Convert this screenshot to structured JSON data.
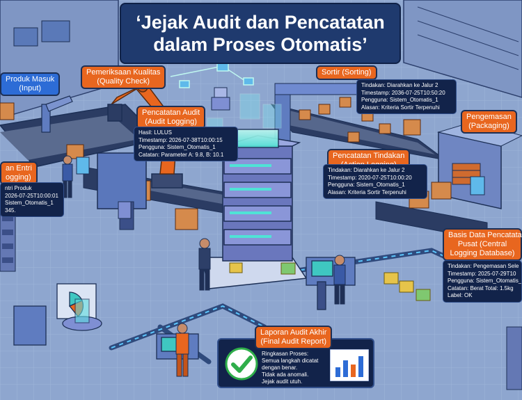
{
  "title": {
    "line1": "‘Jejak Audit dan Pencatatan",
    "line2": "dalam Proses Otomatis’"
  },
  "stages": {
    "input": {
      "title": "Produk Masuk",
      "subtitle": "(Input)"
    },
    "quality": {
      "title": "Pemeriksaan Kualitas",
      "subtitle": "(Quality Check)"
    },
    "audit_logging": {
      "title": "Pencatatan Audit",
      "subtitle": "(Audit Logging)",
      "lines": [
        "Hasil: LULUS",
        "Timestamp: 2026-07-38T10:00:15",
        "Pengguna: Sistem_Otomatis_1",
        "Catatan: Parameter A: 9.8, B: 10.1"
      ]
    },
    "sorting": {
      "title": "Sortir (Sorting)",
      "lines": [
        "Tindakan: Diarahkan ke Jalur 2",
        "Timestamp: 2036-07-25T10:50:20",
        "Pengguna: Sistem_Otomatis_1",
        "Alasan: Kriteria Sortir Terpenuhi"
      ]
    },
    "packaging": {
      "title": "Pengemasan",
      "subtitle": "(Packaging)"
    },
    "action_logging": {
      "title": "Pencatatan Tindakan",
      "subtitle": "(Action Logging)",
      "lines": [
        "Tindakan: Diarahkan ke Jalur 2",
        "Timestamp: 2020-07-25T10:00:20",
        "Pengguna: Sistem_Otomatis_1",
        "Alasan: Kriteria Sortir Terpenuhi"
      ]
    },
    "entry_logging": {
      "title": "an Entri",
      "subtitle": "ogging)",
      "lines": [
        "ntri Produk",
        "2026-07-25T10:00:01",
        "Sistem_Otomatis_1",
        "345."
      ]
    },
    "central_db": {
      "title1": "Basis Data Pencatatan",
      "title2": "Pusat (Central",
      "title3": "Logging Database)",
      "lines": [
        "Tindakan: Pengemasan Sele",
        "Timestamp: 2025-07-29T10",
        "Pengguna: Sistem_Otomatis_",
        "Catatan: Berat Total: 1.5kg",
        "Label: OK"
      ]
    },
    "final_report": {
      "title": "Laporan Audit Akhir",
      "subtitle": "(Final Audit Report)",
      "lines": [
        "Ringkasan Proses:",
        "Semua langkah dicatat",
        "dengan benar.",
        "Tidak ada anomali.",
        "Jejak audit utuh."
      ]
    }
  },
  "colors": {
    "background": "#8ea6cf",
    "title_bg": "#1f3a6e",
    "label_orange": "#e8661f",
    "label_blue": "#2d6cd6",
    "info_bg": "#12234a",
    "server_glow": "#4fe3d6",
    "check_green": "#2fae4a"
  },
  "icons": [
    "check-icon",
    "bar-chart-icon",
    "cloud-network-icon",
    "robot-icon",
    "folder-icon",
    "box-icon"
  ]
}
